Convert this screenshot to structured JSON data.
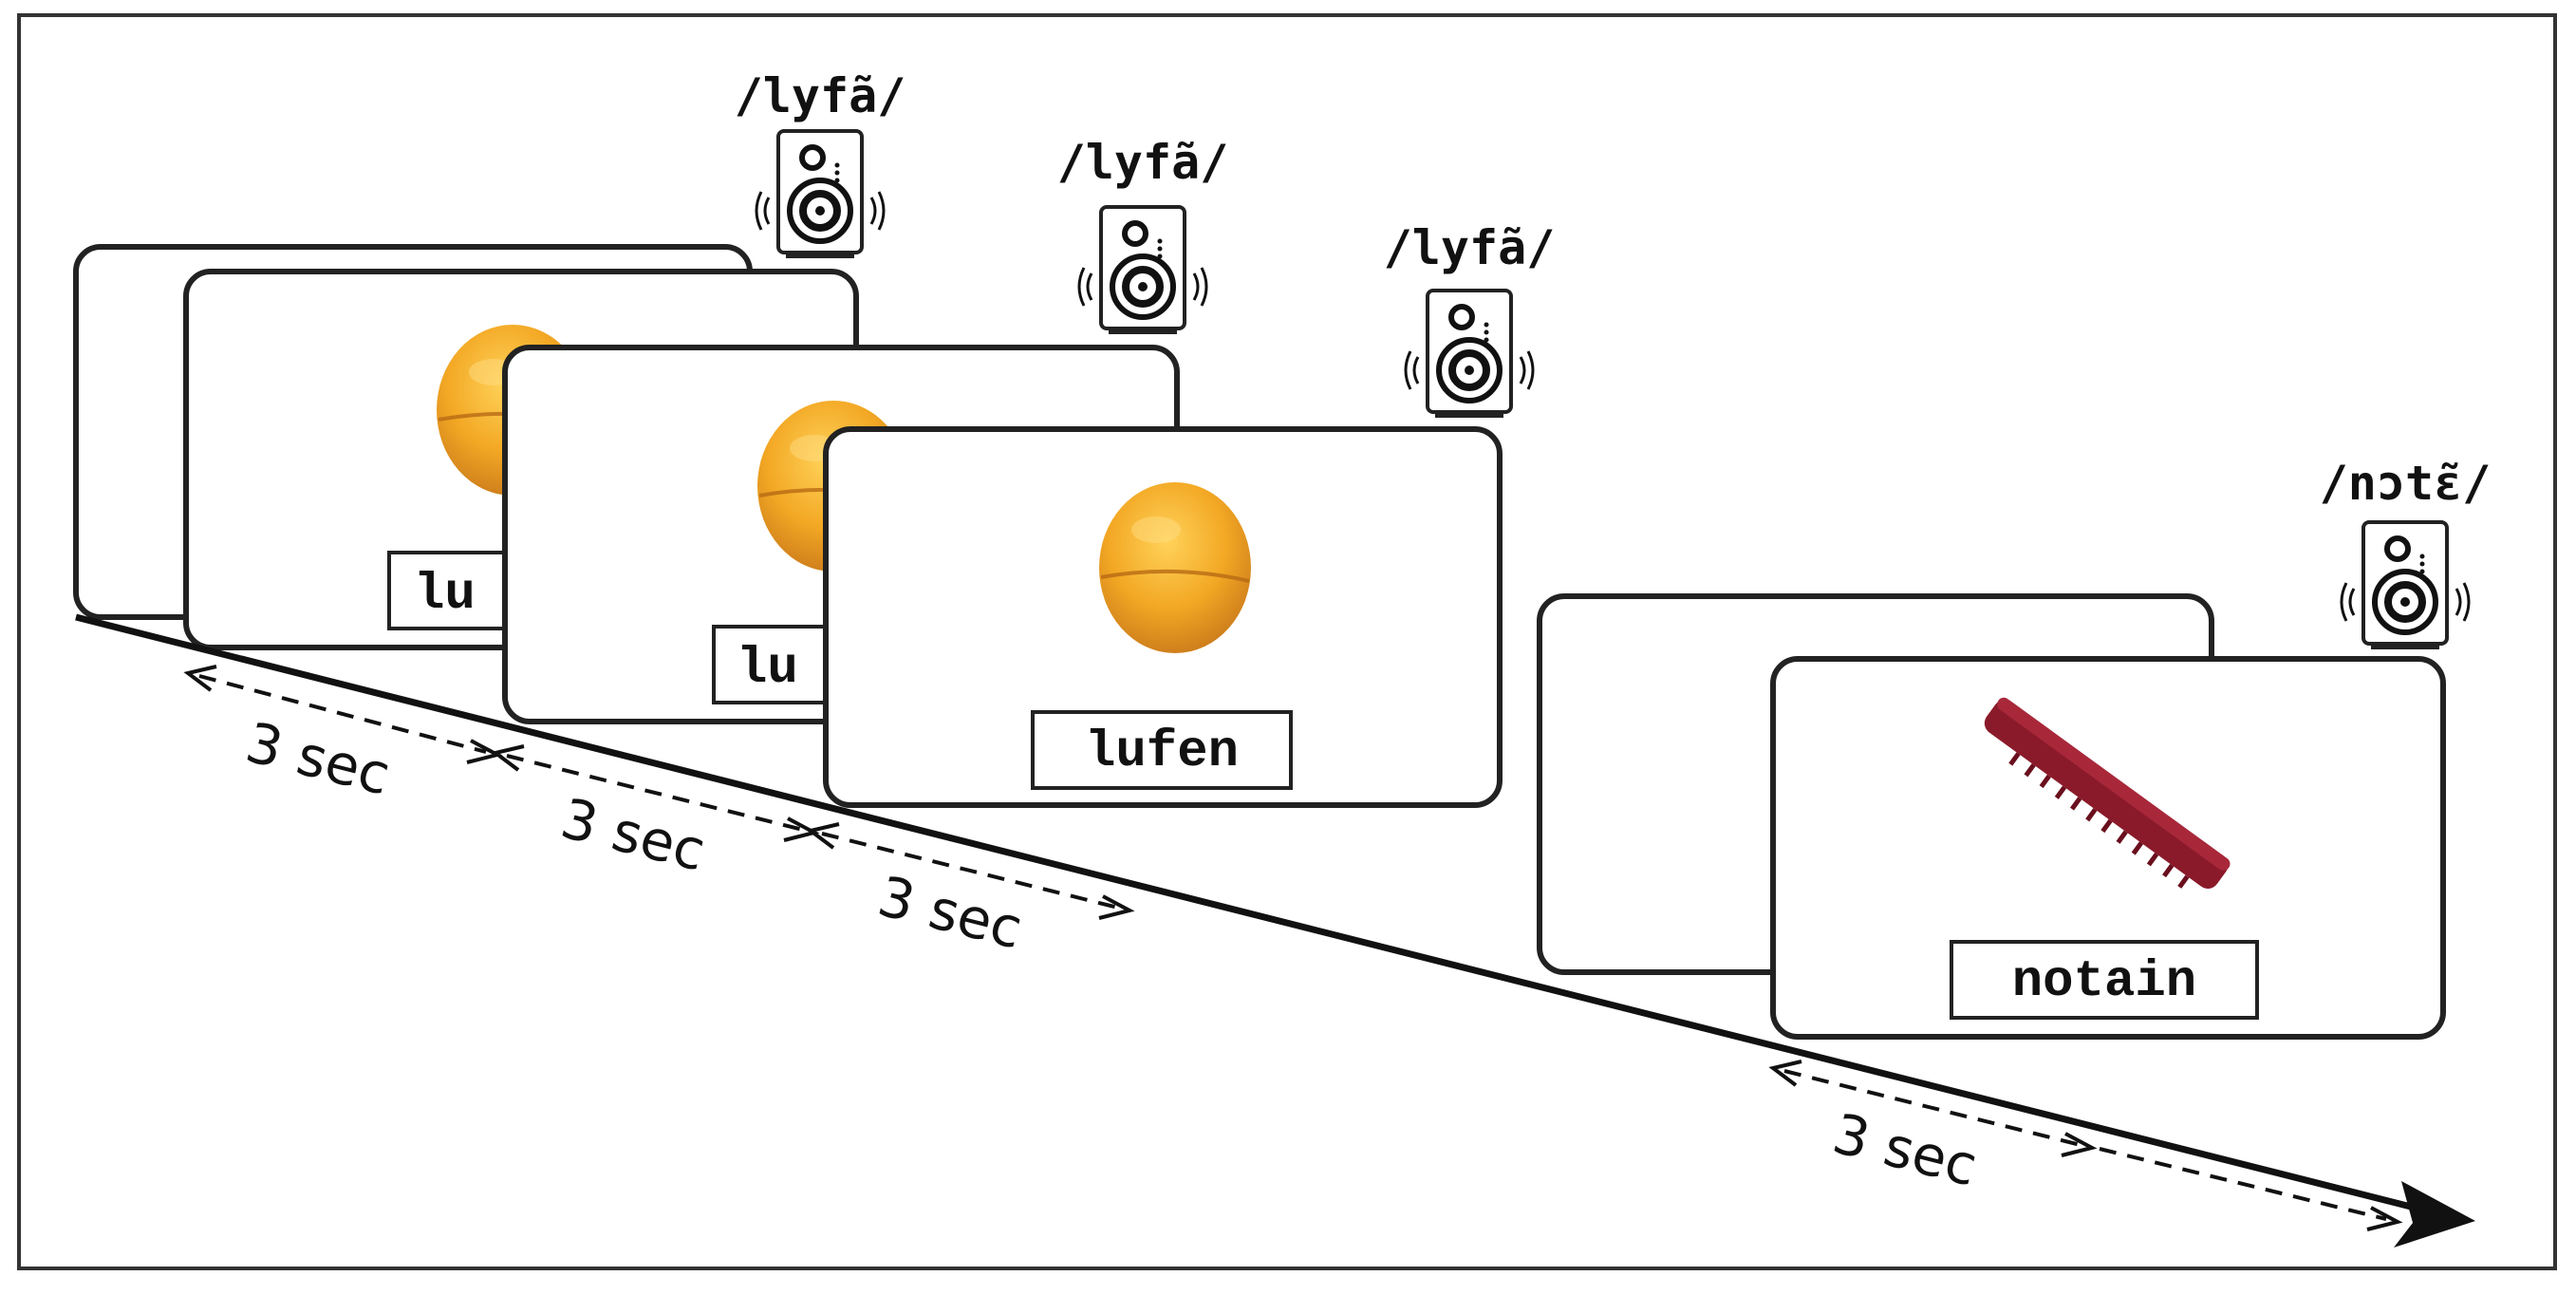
{
  "trial_1": {
    "word": "lufen",
    "partial_word": "lu",
    "pronunciation": "/lyfã/",
    "image": "apricot-image"
  },
  "trial_2": {
    "word": "notain",
    "pronunciation": "/nɔtɛ̃/",
    "image": "comb-image"
  },
  "durations": [
    "3 sec",
    "3 sec",
    "3 sec",
    "3 sec"
  ],
  "icons": {
    "audio": "speaker-icon",
    "timeline": "arrow-icon"
  },
  "colors": {
    "stroke": "#222222",
    "apricot": "#f0a020",
    "comb": "#8a1a2a"
  }
}
